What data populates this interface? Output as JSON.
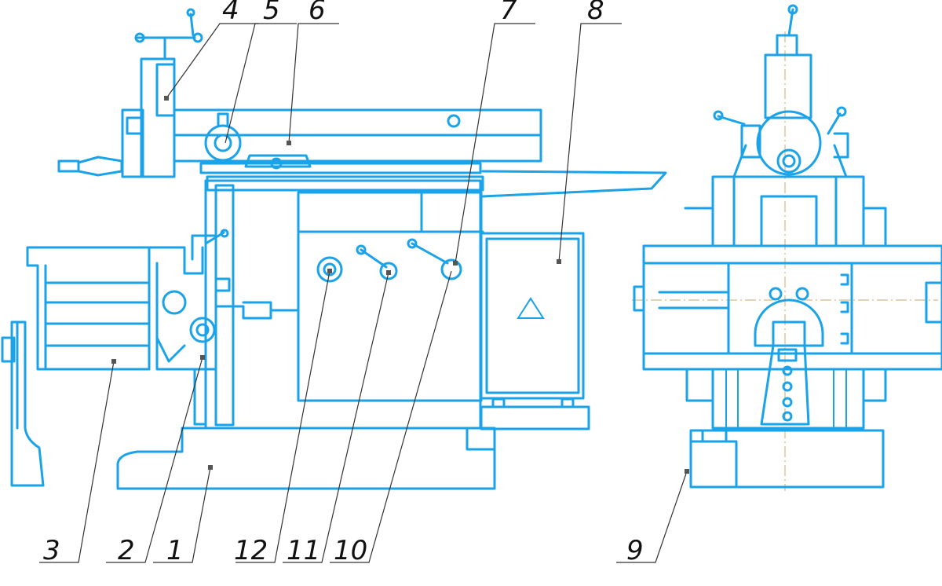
{
  "callouts": [
    {
      "id": "1",
      "label": "1"
    },
    {
      "id": "2",
      "label": "2"
    },
    {
      "id": "3",
      "label": "3"
    },
    {
      "id": "4",
      "label": "4"
    },
    {
      "id": "5",
      "label": "5"
    },
    {
      "id": "6",
      "label": "6"
    },
    {
      "id": "7",
      "label": "7"
    },
    {
      "id": "8",
      "label": "8"
    },
    {
      "id": "9",
      "label": "9"
    },
    {
      "id": "10",
      "label": "10"
    },
    {
      "id": "11",
      "label": "11"
    },
    {
      "id": "12",
      "label": "12"
    }
  ],
  "colors": {
    "line": "#1aa3e8",
    "leader": "#333333",
    "centerline": "#c9a86a"
  }
}
